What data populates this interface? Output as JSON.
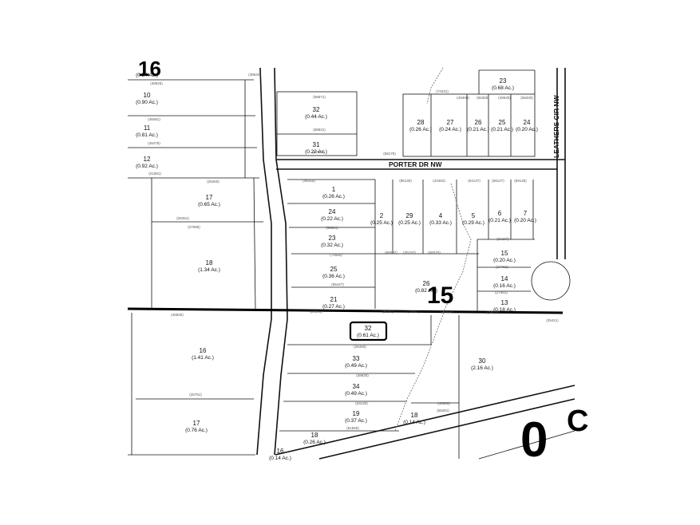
{
  "map": {
    "section_labels": [
      "15",
      "0"
    ],
    "streets": [
      "PORTER DR NW",
      "LEATHERS CIR NW"
    ],
    "top_left_fragment": {
      "text": "16",
      "area": "(0.54 Ac.)",
      "dim": "(48625)"
    },
    "lots": [
      {
        "num": "10",
        "area": "(0.90 Ac.)"
      },
      {
        "num": "11",
        "area": "(0.81 Ac.)"
      },
      {
        "num": "12",
        "area": "(0.92 Ac.)"
      },
      {
        "num": "17",
        "area": "(0.65 Ac.)"
      },
      {
        "num": "18",
        "area": "(1.34 Ac.)"
      },
      {
        "num": "32",
        "area": "(0.44 Ac.)"
      },
      {
        "num": "31",
        "area": "(0.22 Ac.)"
      },
      {
        "num": "28",
        "area": "(0.26 Ac.)"
      },
      {
        "num": "27",
        "area": "(0.24 Ac.)"
      },
      {
        "num": "26",
        "area": "(0.21 Ac.)"
      },
      {
        "num": "25",
        "area": "(0.21 Ac.)"
      },
      {
        "num": "24",
        "area": "(0.20 Ac.)"
      },
      {
        "num": "23",
        "area": "(0.68 Ac.)"
      },
      {
        "num": "1",
        "area": "(0.26 Ac.)"
      },
      {
        "num": "24",
        "area": "(0.22 Ac.)"
      },
      {
        "num": "2",
        "area": "(0.25 Ac.)"
      },
      {
        "num": "29",
        "area": "(0.25 Ac.)"
      },
      {
        "num": "4",
        "area": "(0.33 Ac.)"
      },
      {
        "num": "5",
        "area": "(0.29 Ac.)"
      },
      {
        "num": "6",
        "area": "(0.21 Ac.)"
      },
      {
        "num": "7",
        "area": "(0.20 Ac.)"
      },
      {
        "num": "23",
        "area": "(0.32 Ac.)"
      },
      {
        "num": "25",
        "area": "(0.36 Ac.)"
      },
      {
        "num": "21",
        "area": "(0.27 Ac.)"
      },
      {
        "num": "26",
        "area": "(0.82 Ac.)"
      },
      {
        "num": "15",
        "area": "(0.20 Ac.)"
      },
      {
        "num": "14",
        "area": "(0.16 Ac.)"
      },
      {
        "num": "13",
        "area": "(0.18 Ac.)"
      },
      {
        "num": "16",
        "area": "(1.41 Ac.)"
      },
      {
        "num": "17",
        "area": "(0.76 Ac.)"
      },
      {
        "num": "32",
        "area": "(0.61 Ac.)"
      },
      {
        "num": "33",
        "area": "(0.49 Ac.)"
      },
      {
        "num": "34",
        "area": "(0.49 Ac.)"
      },
      {
        "num": "19",
        "area": "(0.37 Ac.)"
      },
      {
        "num": "18",
        "area": "(0.14 Ac.)"
      },
      {
        "num": "18",
        "area": "(0.26 Ac.)"
      },
      {
        "num": "16",
        "area": "(0.14 Ac.)"
      },
      {
        "num": "30",
        "area": "(2.16 Ac.)"
      }
    ],
    "dims": [
      "(48620)",
      "(48481)",
      "(48478)",
      "(21581)",
      "(26260)",
      "(26261)",
      "(27585)",
      "(58571)",
      "(58531)",
      "(67840)",
      "(58175)",
      "(74331)",
      "(49300)",
      "(65300)",
      "(48530)",
      "(58330)",
      "(48155)",
      "(95130)",
      "(43452)",
      "(64137)",
      "(69127)",
      "(69135)",
      "(59621)",
      "(72585)",
      "(95427)",
      "(68532)",
      "(26157)",
      "(58375)",
      "(24107)",
      "(17461)",
      "(27461)",
      "(25411)",
      "(24561)",
      "(25161)",
      "(27511)",
      "(24532)",
      "(24525)",
      "(26450)",
      "(48830)",
      "(33130)",
      "(51555)",
      "(48830)",
      "(58481)",
      "(46830)",
      "(25761)"
    ],
    "highlighted_lot_index": 30
  }
}
